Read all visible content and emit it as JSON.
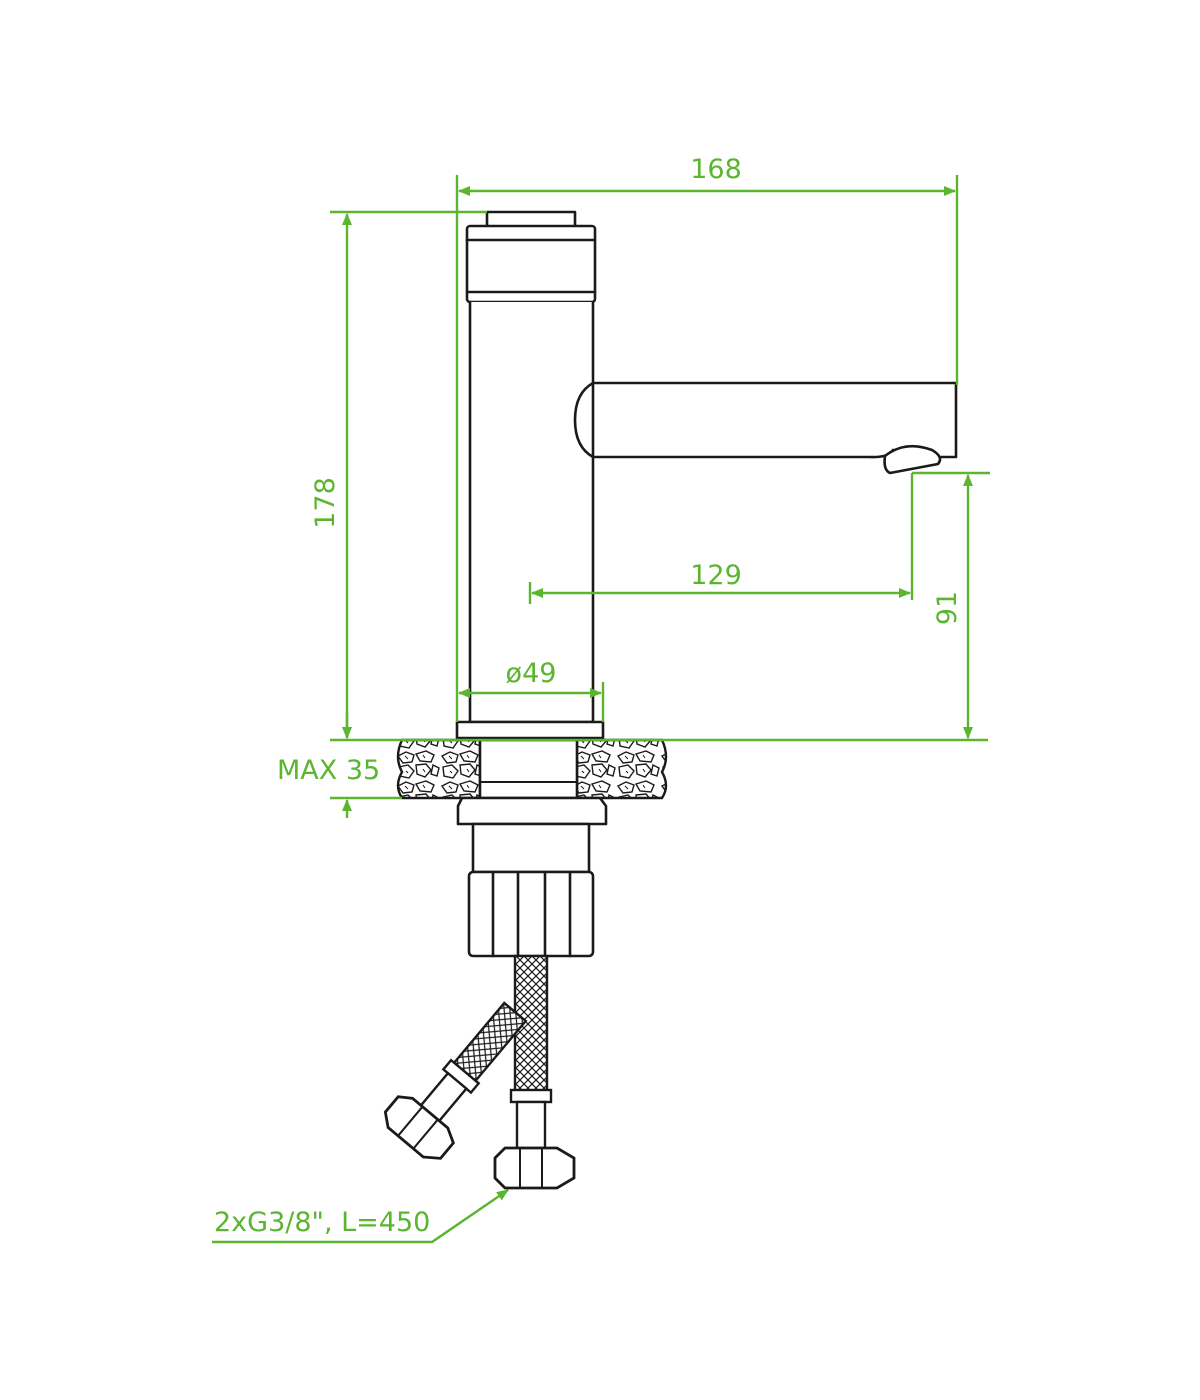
{
  "colors": {
    "dimension": "#5bb52f",
    "outline": "#1a1a1a",
    "background": "#ffffff"
  },
  "dimensions": {
    "total_width": "168",
    "total_height": "178",
    "spout_reach": "129",
    "spout_height": "91",
    "body_diameter": "ø49",
    "max_countertop": "MAX 35",
    "hoses": "2xG3/8\", L=450"
  }
}
